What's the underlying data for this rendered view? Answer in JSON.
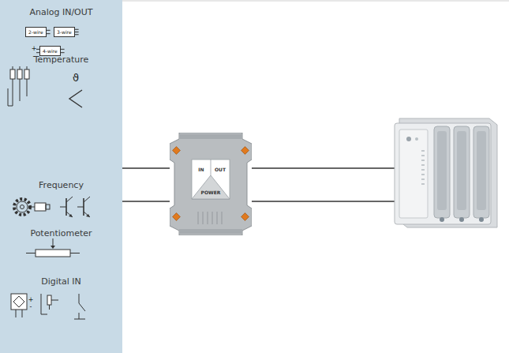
{
  "diagram": {
    "nodes": [
      {
        "text": [
          "Analog IN/OUT",
          "Temperature",
          "Frequency",
          "Potentiometer",
          "Digital IN"
        ]
      },
      {
        "text": [
          "2-wire"
        ],
        "in": 0
      },
      {
        "text": [
          "3-wire"
        ],
        "in": 0
      },
      {
        "text": [
          "4-wire"
        ],
        "in": 0
      },
      {
        "text": [
          "IN",
          "OUT",
          "POWER"
        ]
      }
    ],
    "edges": [
      {
        "from": 0,
        "to": 4,
        "arrow": "none"
      },
      {
        "from": 0,
        "to": 4,
        "arrow": "none"
      }
    ],
    "labels": [
      "ϑ",
      "+",
      "-",
      "+",
      "-"
    ]
  }
}
